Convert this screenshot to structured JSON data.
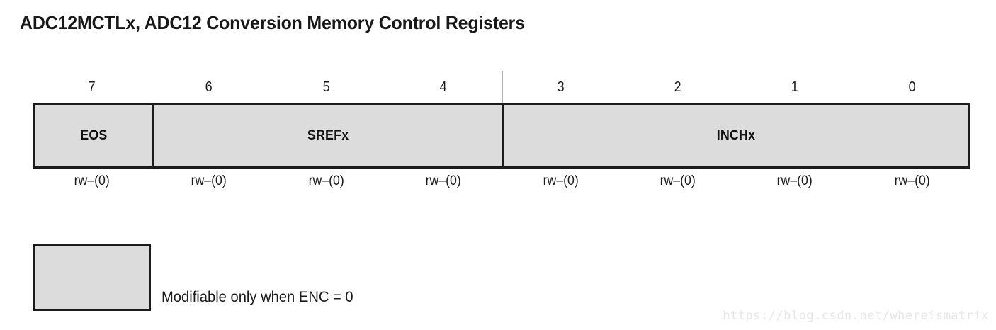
{
  "title": "ADC12MCTLx, ADC12 Conversion Memory Control Registers",
  "register": {
    "bit_numbers": [
      "7",
      "6",
      "5",
      "4",
      "3",
      "2",
      "1",
      "0"
    ],
    "fields": [
      {
        "label": "EOS",
        "bits": "7",
        "span": 1
      },
      {
        "label": "SREFx",
        "bits": "6-4",
        "span": 3
      },
      {
        "label": "INCHx",
        "bits": "3-0",
        "span": 4
      }
    ],
    "access": [
      "rw–(0)",
      "rw–(0)",
      "rw–(0)",
      "rw–(0)",
      "rw–(0)",
      "rw–(0)",
      "rw–(0)",
      "rw–(0)"
    ],
    "halfword_divider_after_bit": "4",
    "fill_color": "#dcdcdc",
    "border_color": "#1c1c1c",
    "tick_color": "#b0b0b0"
  },
  "legend": {
    "swatch_fill": "#dcdcdc",
    "text": "Modifiable only when ENC = 0"
  },
  "watermark": {
    "text": "https://blog.csdn.net/whereismatrix",
    "color": "#e6e6e6"
  }
}
